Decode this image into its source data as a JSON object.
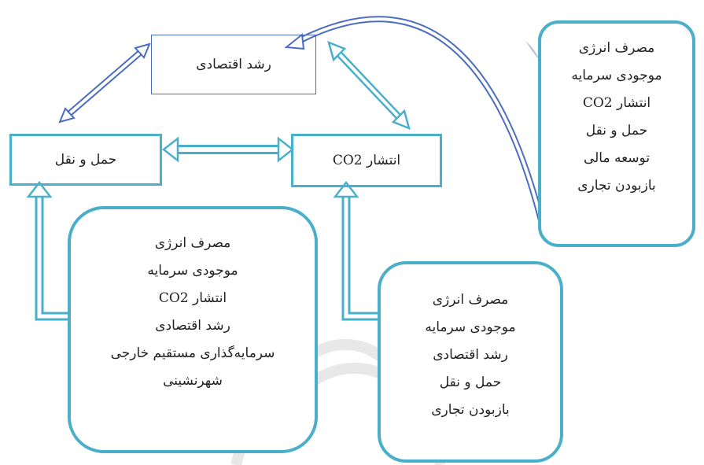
{
  "nodes": {
    "growth": "رشد اقتصادی",
    "transport": "حمل و نقل",
    "co2": "انتشار CO2"
  },
  "top_right_list": [
    "مصرف انرژی",
    "موجودی سرمایه",
    "انتشار CO2",
    "حمل و نقل",
    "توسعه مالی",
    "بازبودن تجاری"
  ],
  "bottom_left_list": [
    "مصرف انرژی",
    "موجودی سرمایه",
    "انتشار CO2",
    "رشد اقتصادی",
    "سرمایه‌گذاری مستقیم خارجی",
    "شهرنشینی"
  ],
  "bottom_right_list": [
    "مصرف انرژی",
    "موجودی سرمایه",
    "رشد اقتصادی",
    "حمل و نقل",
    "بازبودن تجاری"
  ],
  "colors": {
    "blue": "#4b6cc2",
    "teal": "#4aafc8"
  }
}
